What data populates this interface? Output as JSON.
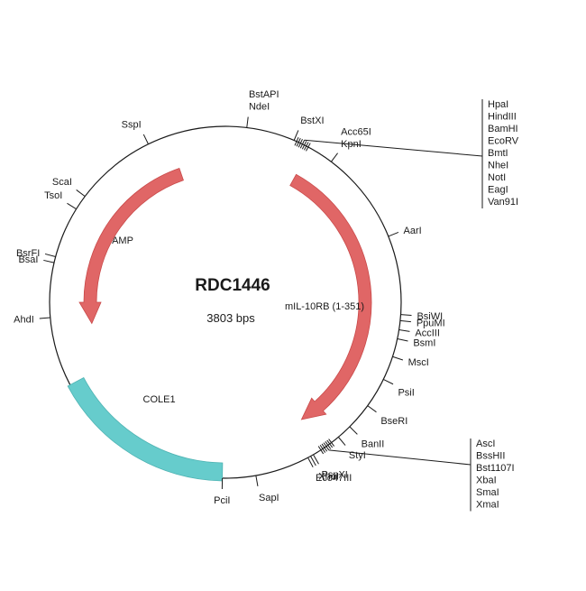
{
  "plasmid": {
    "name": "RDC1446",
    "size_label": "3803 bps",
    "total_bp": 3803,
    "backbone_color": "#1a1a1a"
  },
  "features": [
    {
      "name": "mIL-10RB (1-351)",
      "kind": "arrow",
      "start_angle": 29,
      "end_angle": 147,
      "direction": "clockwise",
      "color": "#e06666"
    },
    {
      "name": "AMP",
      "kind": "arrow",
      "start_angle": 341,
      "end_angle": 261,
      "direction": "counterclockwise",
      "color": "#e06666"
    },
    {
      "name": "COLE1",
      "kind": "band",
      "start_angle": 242,
      "end_angle": 181,
      "color": "#66cccc"
    }
  ],
  "sites": [
    {
      "labels": [
        "BstAPI",
        "NdeI"
      ],
      "angle": 7
    },
    {
      "labels": [
        "BstXI"
      ],
      "angle": 23
    },
    {
      "labels": [
        "HpaI",
        "HindIII",
        "BamHI",
        "EcoRV",
        "BmtI",
        "NheI",
        "NotI",
        "EagI",
        "Van91I"
      ],
      "angle": 26,
      "bracket": true
    },
    {
      "labels": [
        "Acc65I",
        "KpnI"
      ],
      "angle": 37
    },
    {
      "labels": [
        "AarI"
      ],
      "angle": 68
    },
    {
      "labels": [
        "BsiWI"
      ],
      "angle": 94
    },
    {
      "labels": [
        "PpuMI"
      ],
      "angle": 96
    },
    {
      "labels": [
        "AccIII"
      ],
      "angle": 99
    },
    {
      "labels": [
        "BsmI"
      ],
      "angle": 102
    },
    {
      "labels": [
        "MscI"
      ],
      "angle": 108
    },
    {
      "labels": [
        "PsiI"
      ],
      "angle": 116
    },
    {
      "labels": [
        "BseRI"
      ],
      "angle": 126
    },
    {
      "labels": [
        "BanII"
      ],
      "angle": 135
    },
    {
      "labels": [
        "StyI"
      ],
      "angle": 140
    },
    {
      "labels": [
        "AscI",
        "BssHII",
        "Bst1107I",
        "XbaI",
        "SmaI",
        "XmaI"
      ],
      "angle": 145,
      "bracket": true
    },
    {
      "labels": [
        "PspXI"
      ],
      "angle": 150
    },
    {
      "labels": [
        "XhoI"
      ],
      "angle": 151
    },
    {
      "labels": [
        "Eco47III"
      ],
      "angle": 152
    },
    {
      "labels": [
        "SapI"
      ],
      "angle": 170
    },
    {
      "labels": [
        "PciI"
      ],
      "angle": 181
    },
    {
      "labels": [
        "AhdI"
      ],
      "angle": 265
    },
    {
      "labels": [
        "BsaI"
      ],
      "angle": 283
    },
    {
      "labels": [
        "BsrFI"
      ],
      "angle": 285
    },
    {
      "labels": [
        "TsoI"
      ],
      "angle": 302
    },
    {
      "labels": [
        "ScaI"
      ],
      "angle": 307
    },
    {
      "labels": [
        "SspI"
      ],
      "angle": 334
    }
  ]
}
